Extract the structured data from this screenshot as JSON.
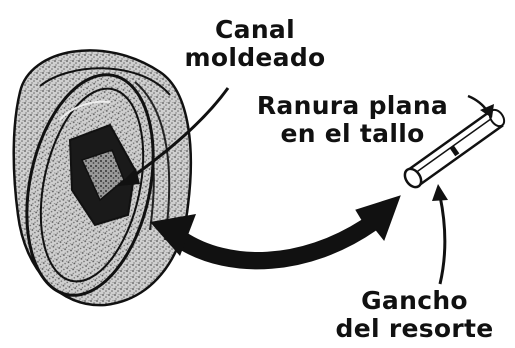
{
  "labels": {
    "canal_moldeado": [
      "Canal",
      "moldeado"
    ],
    "ranura_plana": [
      "Ranura plana",
      "en el tallo"
    ],
    "gancho_resorte": [
      "Gancho",
      "del resorte"
    ]
  },
  "colors": {
    "ink": "#111111",
    "stipple": "#9a9a9a",
    "background": "#ffffff"
  },
  "icons": [
    "molded-part-drawing",
    "stem-rod-drawing",
    "curved-double-arrow",
    "leader-arrow"
  ]
}
